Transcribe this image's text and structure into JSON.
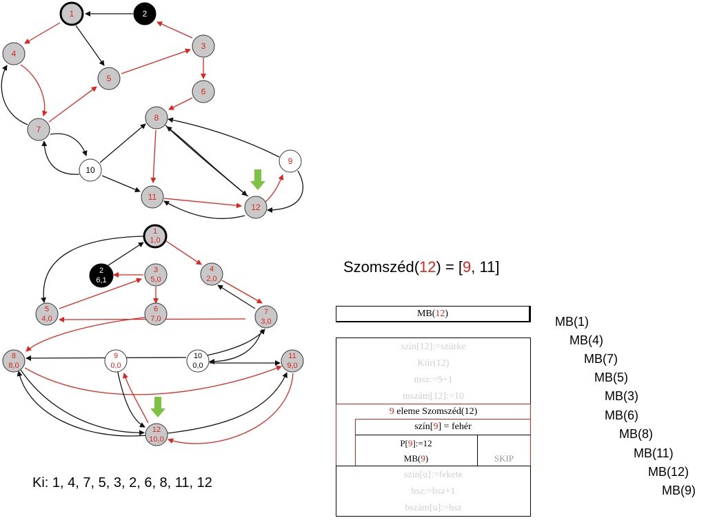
{
  "colors": {
    "visited_fill": "#c8c8c8",
    "finished_fill": "#000000",
    "new_fill": "#ffffff",
    "tree_edge": "#e0231c",
    "other_edge": "#111111",
    "arrow_marker": "#7dc242",
    "red_text": "#e0231c"
  },
  "graph_top": {
    "nodes": [
      {
        "id": "1",
        "label": "1",
        "state": "current-root"
      },
      {
        "id": "2",
        "label": "2",
        "state": "finished"
      },
      {
        "id": "3",
        "label": "3",
        "state": "visited"
      },
      {
        "id": "4",
        "label": "4",
        "state": "visited"
      },
      {
        "id": "5",
        "label": "5",
        "state": "visited"
      },
      {
        "id": "6",
        "label": "6",
        "state": "visited"
      },
      {
        "id": "7",
        "label": "7",
        "state": "visited"
      },
      {
        "id": "8",
        "label": "8",
        "state": "visited"
      },
      {
        "id": "9",
        "label": "9",
        "state": "new"
      },
      {
        "id": "10",
        "label": "10",
        "state": "new"
      },
      {
        "id": "11",
        "label": "11",
        "state": "visited"
      },
      {
        "id": "12",
        "label": "12",
        "state": "visited"
      }
    ],
    "marker_icon": "green-down-arrow-icon"
  },
  "graph_bottom": {
    "nodes": [
      {
        "id": "1",
        "label": "1",
        "sub": "1,0"
      },
      {
        "id": "2",
        "label": "2",
        "sub": "6,1"
      },
      {
        "id": "3",
        "label": "3",
        "sub": "5,0"
      },
      {
        "id": "4",
        "label": "4",
        "sub": "2,0"
      },
      {
        "id": "5",
        "label": "5",
        "sub": "4,0"
      },
      {
        "id": "6",
        "label": "6",
        "sub": "7,0"
      },
      {
        "id": "7",
        "label": "7",
        "sub": "3,0"
      },
      {
        "id": "8",
        "label": "8",
        "sub": "8,0"
      },
      {
        "id": "9",
        "label": "9",
        "sub": "0,0"
      },
      {
        "id": "10",
        "label": "10",
        "sub": "0,0"
      },
      {
        "id": "11",
        "label": "11",
        "sub": "9,0"
      },
      {
        "id": "12",
        "label": "12",
        "sub": "10,0"
      }
    ],
    "marker_icon": "green-down-arrow-icon"
  },
  "szomszed": {
    "prefix": "Szomszéd(",
    "arg": "12",
    "mid": ") = [",
    "first": "9",
    "rest": ", 11]"
  },
  "output": {
    "text": "Ki: 1, 4, 7, 5, 3, 2, 6, 8, 11, 12"
  },
  "structogram": {
    "header_prefix": "MB(",
    "header_arg": "12",
    "header_suffix": ")",
    "line1": "szín[12]:=szürke",
    "line2": "Kiír(12)",
    "line3": "msz:=9+1",
    "line4": "mszám[12]:=10",
    "loop_arg": "9",
    "loop_text": " eleme Szomszéd(12)",
    "cond_prefix": "szín[",
    "cond_arg": "9",
    "cond_suffix": "] = fehér",
    "then1_prefix": "P[",
    "then1_arg": "9",
    "then1_suffix": "]:=12",
    "then2_prefix": "MB(",
    "then2_arg": "9",
    "then2_suffix": ")",
    "else": "SKIP",
    "line5": "szín[u]:=fekete",
    "line6": "bsz:=bsz+1",
    "line7": "bszám[u]:=bsz"
  },
  "call_stack": [
    "MB(1)",
    "MB(4)",
    "MB(7)",
    "MB(5)",
    "MB(3)",
    "MB(6)",
    "MB(8)",
    "MB(11)",
    "MB(12)",
    "MB(9)"
  ]
}
